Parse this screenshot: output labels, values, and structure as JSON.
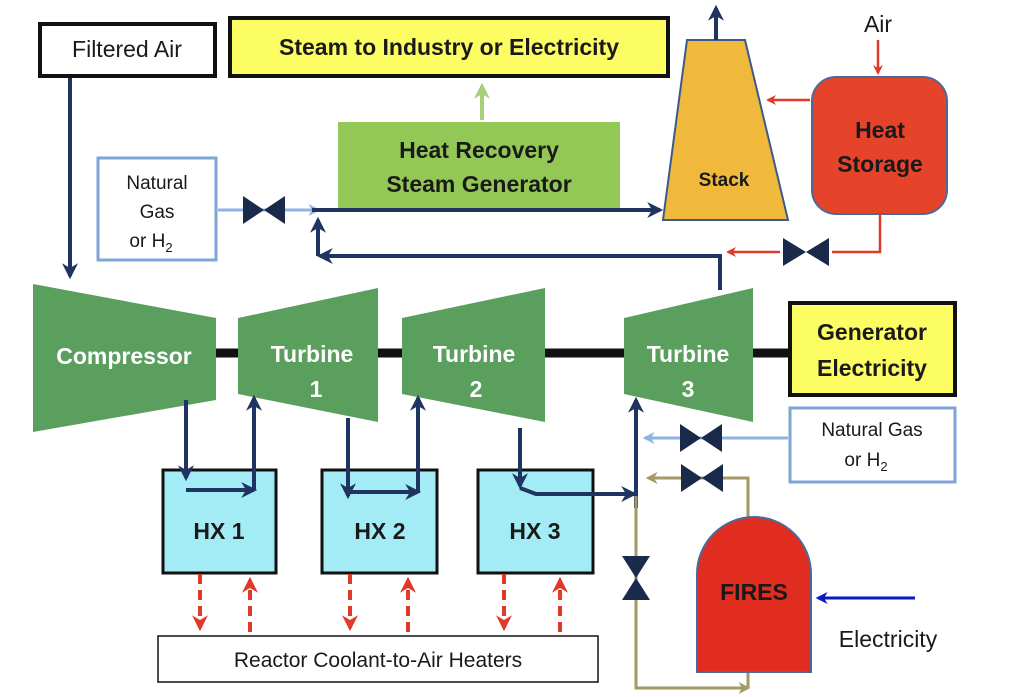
{
  "labels": {
    "filtered_air": "Filtered Air",
    "steam_output": "Steam to Industry or Electricity",
    "hrsg_line1": "Heat Recovery",
    "hrsg_line2": "Steam Generator",
    "stack": "Stack",
    "air": "Air",
    "heat_storage_line1": "Heat",
    "heat_storage_line2": "Storage",
    "fuel_left_line1": "Natural",
    "fuel_left_line2": "Gas",
    "fuel_left_line3": "or H",
    "fuel_left_sub": "2",
    "compressor": "Compressor",
    "turbine1_line1": "Turbine",
    "turbine1_line2": "1",
    "turbine2_line1": "Turbine",
    "turbine2_line2": "2",
    "turbine3_line1": "Turbine",
    "turbine3_line2": "3",
    "generator_line1": "Generator",
    "generator_line2": "Electricity",
    "fuel_right_line1": "Natural Gas",
    "fuel_right_line2": "or H",
    "fuel_right_sub": "2",
    "hx1": "HX 1",
    "hx2": "HX 2",
    "hx3": "HX 3",
    "fires": "FIRES",
    "electricity": "Electricity",
    "reactor_heaters": "Reactor Coolant-to-Air Heaters"
  },
  "colors": {
    "turbomachinery": "#5a9f5e",
    "hrsg": "#93c857",
    "hrsg_arrow": "#a5d077",
    "stack": "#f0b93b",
    "heat_storage": "#e5432a",
    "fires": "#e12d1f",
    "heat_exchanger": "#a4ecf5",
    "highlight_box": "#fcfc63",
    "air_flow": "#1f3460",
    "fuel_box_border": "#7da5d6",
    "fuel_line": "#8fb3e6",
    "heat_flow": "#df3a2a",
    "fires_line": "#a29a67",
    "electricity_arrow": "#0a1ac2"
  }
}
